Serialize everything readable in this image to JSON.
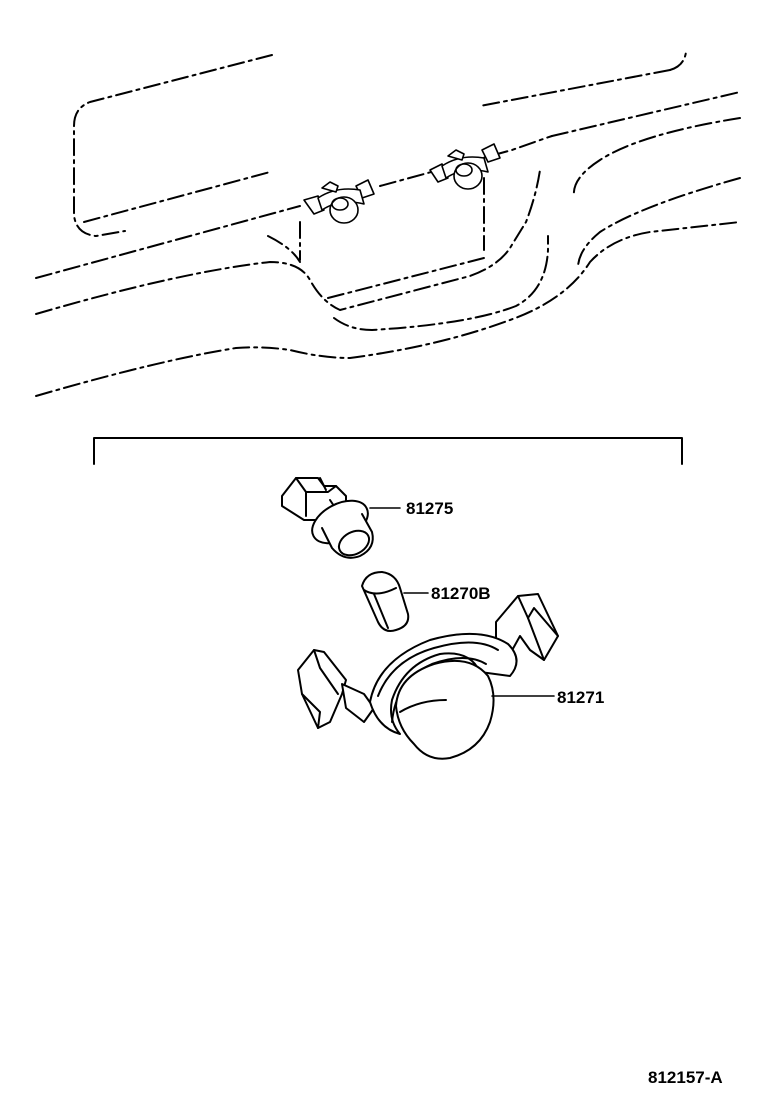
{
  "parts": [
    {
      "number": "81275"
    },
    {
      "number": "81270B"
    },
    {
      "number": "81271"
    }
  ],
  "drawing_code": "812157-A",
  "colors": {
    "line": "#000000",
    "background": "#ffffff"
  }
}
